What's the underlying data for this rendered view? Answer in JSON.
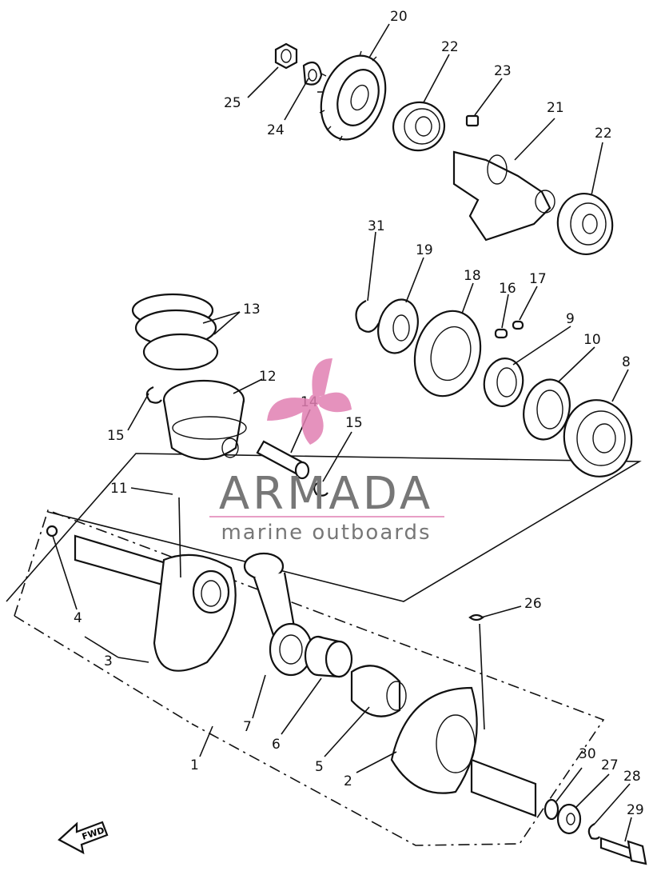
{
  "watermark": {
    "brand": "ARMADA",
    "tagline": "marine outboards",
    "brand_color": "#7a7a7a",
    "accent_color": "#e17fb2"
  },
  "fwd_label": "FWD",
  "part_labels": [
    {
      "id": "1",
      "text": "1"
    },
    {
      "id": "2",
      "text": "2"
    },
    {
      "id": "3",
      "text": "3"
    },
    {
      "id": "4",
      "text": "4"
    },
    {
      "id": "5",
      "text": "5"
    },
    {
      "id": "6",
      "text": "6"
    },
    {
      "id": "7",
      "text": "7"
    },
    {
      "id": "8",
      "text": "8"
    },
    {
      "id": "9",
      "text": "9"
    },
    {
      "id": "10",
      "text": "10"
    },
    {
      "id": "11",
      "text": "11"
    },
    {
      "id": "12",
      "text": "12"
    },
    {
      "id": "13",
      "text": "13"
    },
    {
      "id": "14",
      "text": "14"
    },
    {
      "id": "15a",
      "text": "15"
    },
    {
      "id": "15b",
      "text": "15"
    },
    {
      "id": "16",
      "text": "16"
    },
    {
      "id": "17",
      "text": "17"
    },
    {
      "id": "18",
      "text": "18"
    },
    {
      "id": "19",
      "text": "19"
    },
    {
      "id": "20",
      "text": "20"
    },
    {
      "id": "21",
      "text": "21"
    },
    {
      "id": "22a",
      "text": "22"
    },
    {
      "id": "22b",
      "text": "22"
    },
    {
      "id": "23",
      "text": "23"
    },
    {
      "id": "24",
      "text": "24"
    },
    {
      "id": "25",
      "text": "25"
    },
    {
      "id": "26",
      "text": "26"
    },
    {
      "id": "27",
      "text": "27"
    },
    {
      "id": "28",
      "text": "28"
    },
    {
      "id": "29",
      "text": "29"
    },
    {
      "id": "30",
      "text": "30"
    },
    {
      "id": "31",
      "text": "31"
    }
  ]
}
